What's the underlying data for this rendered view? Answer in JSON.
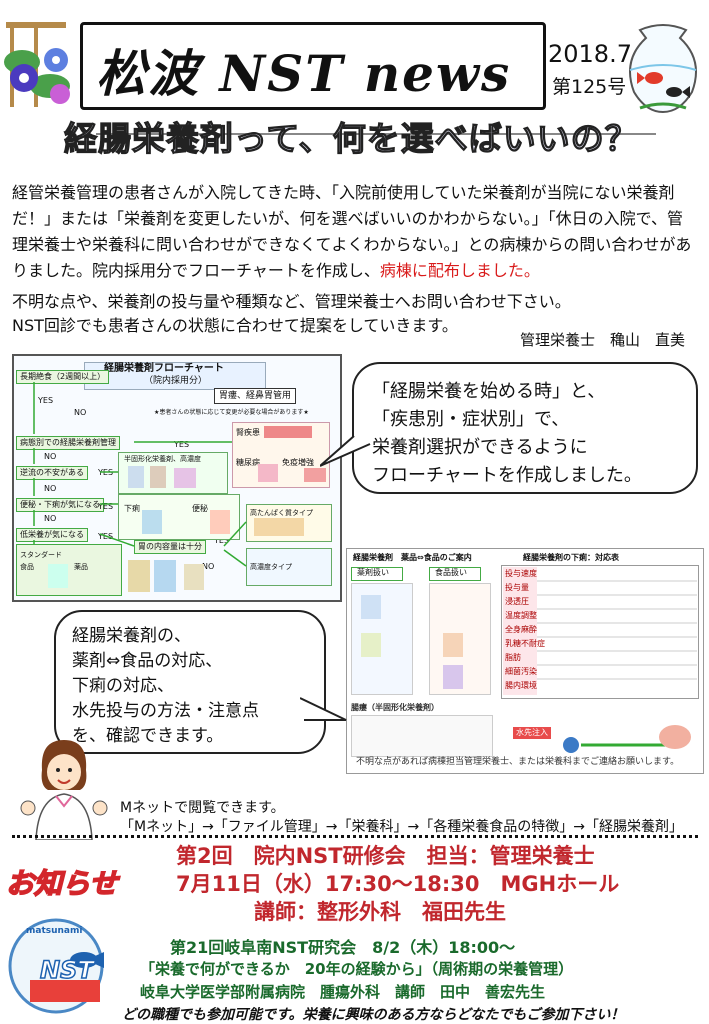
{
  "header": {
    "title": "松波 NST news",
    "date": "2018.7",
    "issue": "第125号"
  },
  "headline": "経腸栄養剤って、何を選べばいいの？",
  "intro": {
    "text_main": "経管栄養管理の患者さんが入院してきた時、「入院前使用していた栄養剤が当院にない栄養剤だ！」または「栄養剤を変更したいが、何を選べばいいのかわからない。」「休日の入院で、管理栄養士や栄養科に問い合わせができなくてよくわからない。」との病棟からの問い合わせがありました。院内採用分でフローチャートを作成し、",
    "text_red": "病棟に配布しました。",
    "line2": "不明な点や、栄養剤の投与量や種類など、管理栄養士へお問い合わせ下さい。",
    "line3": "NST回診でも患者さんの状態に合わせて提案をしていきます。",
    "author": "管理栄養士　穐山　直美"
  },
  "flowchart": {
    "title": "経腸栄養剤フローチャート",
    "subtitle": "（院内採用分）",
    "route": "胃瘻、経鼻胃管用",
    "nodes": [
      "長期絶食（2週間以上）",
      "病態別での経腸栄養剤管理",
      "逆流の不安がある",
      "便秘・下痢が気になる",
      "低栄養が気になる",
      "胃の内容量は十分"
    ],
    "yes": "YES",
    "no": "NO",
    "labels": [
      "腎疾患",
      "糖尿病",
      "免疫増強",
      "下痢",
      "便秘",
      "高たんぱく質タイプ",
      "高濃度タイプ",
      "スタンダード",
      "食品",
      "薬品",
      "半固形化栄養剤、高濃度"
    ],
    "note": "★患者さんの状態に応じて変更が必要な場合があります★"
  },
  "bubble1": [
    "「経腸栄養を始める時」と、",
    "「疾患別・症状別」で、",
    "栄養剤選択ができるように",
    "フローチャートを作成しました。"
  ],
  "bubble2": [
    "経腸栄養剤の、",
    "薬剤⇔食品の対応、",
    "下痢の対応、",
    "水先投与の方法・注意点",
    "を、確認できます。"
  ],
  "table_doc": {
    "left_title": "経腸栄養剤　薬品⇔食品のご案内",
    "col1": "薬剤扱い",
    "col2": "食品扱い",
    "right_title": "経腸栄養剤の下痢：対応表",
    "rows": [
      "投与速度",
      "投与量",
      "浸透圧",
      "温度調整",
      "全身麻酔",
      "乳糖不耐症",
      "脂肪",
      "細菌汚染",
      "腸内環境"
    ],
    "bottom_label": "腸瘻（半固形化栄養剤）",
    "water": "水先注入"
  },
  "caption": "不明な点があれば病棟担当管理栄養士、または栄養科までご連絡お願いします。",
  "mnet": {
    "line1": "Mネットで閲覧できます。",
    "line2": "「Mネット」→「ファイル管理」→「栄養科」→「各種栄養食品の特徴」→「経腸栄養剤」"
  },
  "notice": {
    "title": "お知らせ",
    "event1_line1": "第2回　院内NST研修会　担当：管理栄養士",
    "event1_line2": "7月11日（水）17:30～18:30　MGHホール",
    "event1_line3": "講師：整形外科　福田先生",
    "event2_line1": "第21回岐阜南NST研究会　8/2（木）18:00～",
    "event2_line2": "「栄養で何ができるか　20年の経験から」（周術期の栄養管理）",
    "event2_line3": "岐阜大学医学部附属病院　腫瘍外科　講師　田中　善宏先生",
    "footer": "どの職種でも参加可能です。栄養に興味のある方ならどなたでもご参加下さい！",
    "logo_top": "matsunami",
    "logo": "NST"
  },
  "colors": {
    "red": "#d91b1b",
    "green": "#1a6a2c",
    "notice_red": "#c1272d"
  }
}
